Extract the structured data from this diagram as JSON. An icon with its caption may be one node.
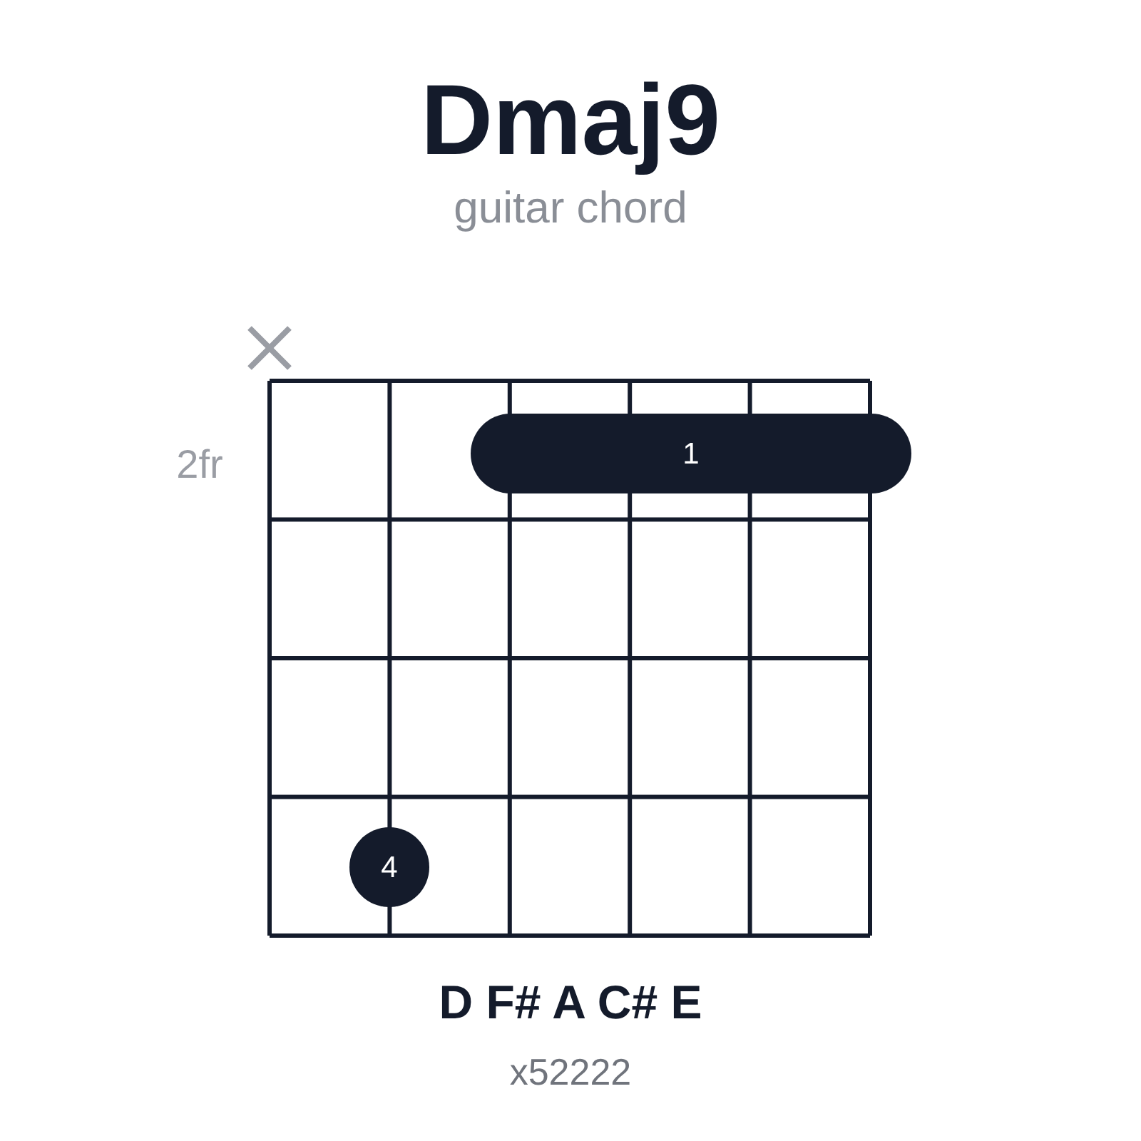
{
  "diagram": {
    "title": "Dmaj9",
    "nodes": [
      {
        "text": [
          "1"
        ]
      },
      {
        "text": [
          "4"
        ]
      }
    ],
    "labels": [
      "guitar chord",
      "2fr",
      "D F# A C# E",
      "x52222"
    ]
  }
}
